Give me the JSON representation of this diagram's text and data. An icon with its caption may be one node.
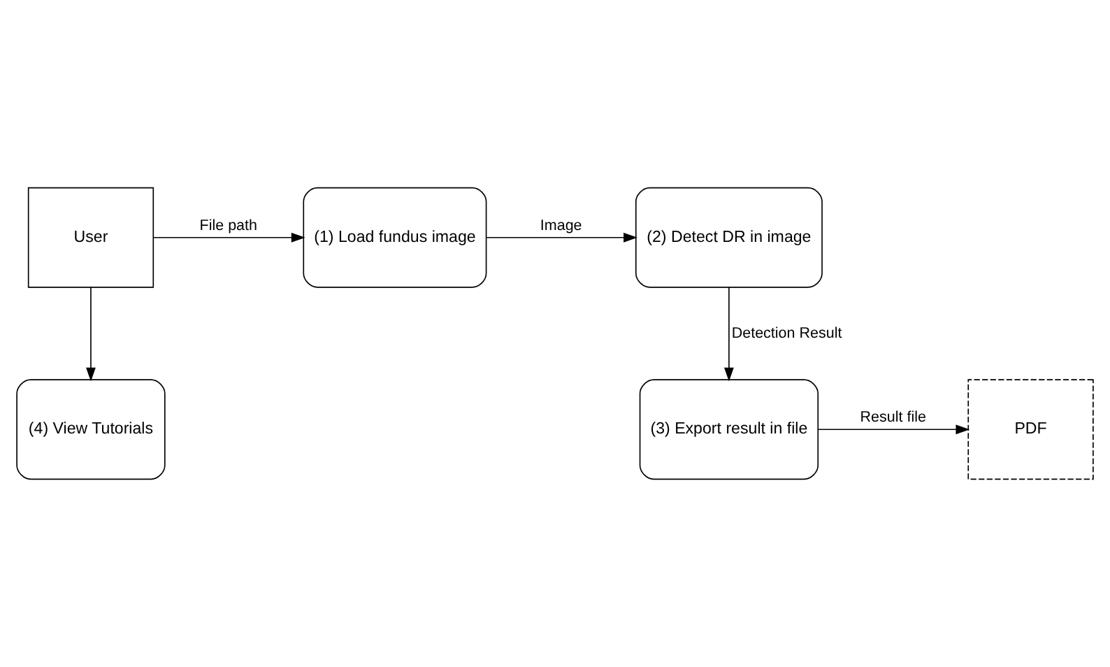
{
  "diagram": {
    "nodes": [
      {
        "text": [
          "User"
        ]
      },
      {
        "text": [
          "(1) Load fundus image"
        ]
      },
      {
        "text": [
          "(2) Detect DR in image"
        ]
      },
      {
        "text": [
          "(4) View Tutorials"
        ]
      },
      {
        "text": [
          "PDF"
        ]
      },
      {
        "text": [
          "(3) Export result in file"
        ]
      }
    ],
    "edges": [
      {
        "from": 0,
        "to": 1,
        "arrow": "to",
        "label": "File path"
      },
      {
        "from": 1,
        "to": 2,
        "arrow": "to",
        "label": "Image"
      },
      {
        "from": 2,
        "to": 5,
        "arrow": "to",
        "label": "Detection Result"
      },
      {
        "from": 5,
        "to": 4,
        "arrow": "to",
        "label": "Result file"
      },
      {
        "from": 0,
        "to": 3,
        "arrow": "to"
      }
    ]
  }
}
